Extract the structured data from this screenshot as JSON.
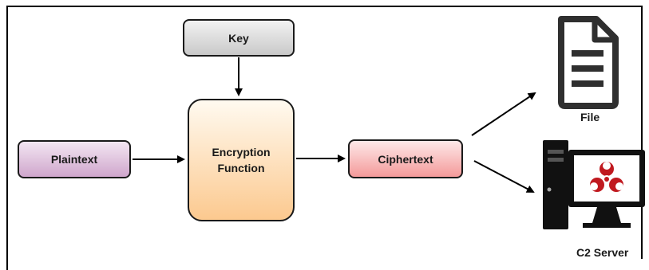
{
  "nodes": {
    "key": "Key",
    "plaintext": "Plaintext",
    "encryption_line1": "Encryption",
    "encryption_line2": "Function",
    "ciphertext": "Ciphertext"
  },
  "outputs": {
    "file": "File",
    "c2_server": "C2 Server"
  },
  "icons": {
    "file": "document-icon",
    "c2_server": "desktop-computer-biohazard-icon"
  },
  "colors": {
    "key": "#d9d9d9",
    "plaintext": "#e2c4e0",
    "encryption": "#fde3c2",
    "ciphertext": "#f8c2c2",
    "biohazard": "#c0191f"
  }
}
